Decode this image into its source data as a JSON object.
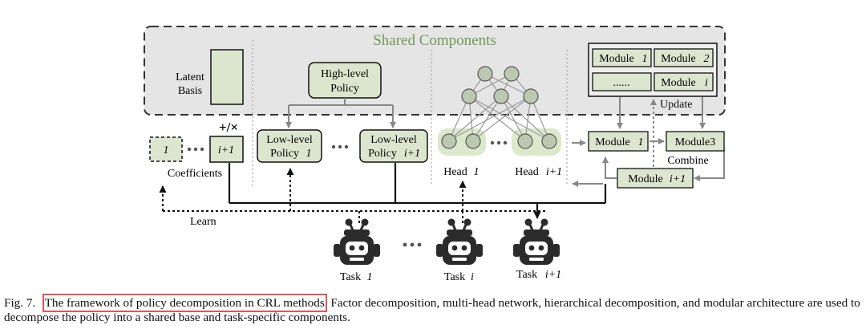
{
  "figure": {
    "shared_title": "Shared Components",
    "latent_label_1": "Latent",
    "latent_label_2": "Basis",
    "op_symbol": "+/×",
    "coef_left": "1",
    "coef_right": "i+1",
    "coefficients_label": "Coefficients",
    "high_policy_1": "High-level",
    "high_policy_2": "Policy",
    "low_policy_a_1": "Low-level",
    "low_policy_a_2": "Policy ",
    "low_policy_a_idx": "1",
    "low_policy_b_1": "Low-level",
    "low_policy_b_2": "Policy ",
    "low_policy_b_idx": "i+1",
    "head_a": "Head ",
    "head_a_idx": "1",
    "head_b": "Head ",
    "head_b_idx": "i+1",
    "module_1": "Module",
    "module_1_idx": "1",
    "module_2": "Module",
    "module_2_idx": "2",
    "module_dots": "......",
    "module_i": "Module",
    "module_i_idx": "i",
    "update_label": "Update",
    "flow_module1": "Module",
    "flow_module1_idx": "1",
    "flow_module3": "Module3",
    "combine_label": "Combine",
    "flow_module_i1": "Module",
    "flow_module_i1_idx": "i+1",
    "learn_label": "Learn",
    "task_a": "Task ",
    "task_a_idx": "1",
    "task_b": "Task ",
    "task_b_idx": "i",
    "task_c": "Task ",
    "task_c_idx": "i+1"
  },
  "caption": {
    "fig_no": "Fig. 7.",
    "highlighted": "The framework of policy decomposition in CRL methods",
    "rest": ". Factor decomposition, multi-head network, hierarchical decomposition, and modular architecture are used to decompose the policy into a shared base and task-specific components."
  },
  "colors": {
    "box_fill": "#dce6cf",
    "shared_bg": "#e5e5e5",
    "title_green": "#6f9a5a",
    "robot": "#2b2b2b",
    "highlight": "#e05555"
  },
  "icons": [
    "robot-icon",
    "neural-network-icon",
    "arrow-icon"
  ]
}
